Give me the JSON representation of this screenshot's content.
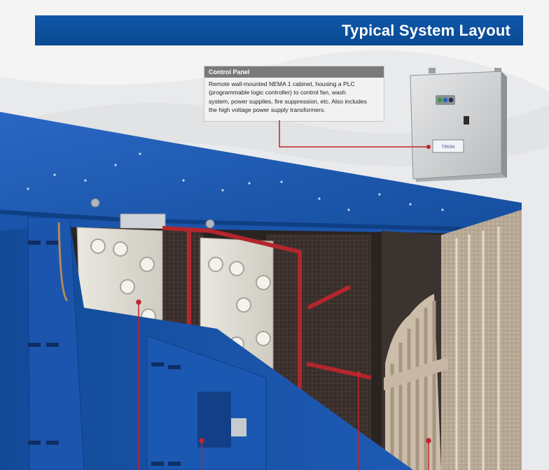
{
  "header": {
    "title": "Typical System Layout"
  },
  "callout": {
    "title": "Control Panel",
    "lines": [
      "Remote wall-mounted NEMA 1 cabinet, housing a PLC",
      "(programmable logic controller) to control fan, wash",
      "system, power supplies, fire suppression, etc. Also includes",
      "the high voltage power supply transformers."
    ]
  },
  "cabinet_label": "TRION",
  "colors": {
    "header_blue": "#0a4a93",
    "machine_blue": "#1f5bb5",
    "pointer_red": "#c0252b",
    "pipe_red": "#b3262c"
  }
}
